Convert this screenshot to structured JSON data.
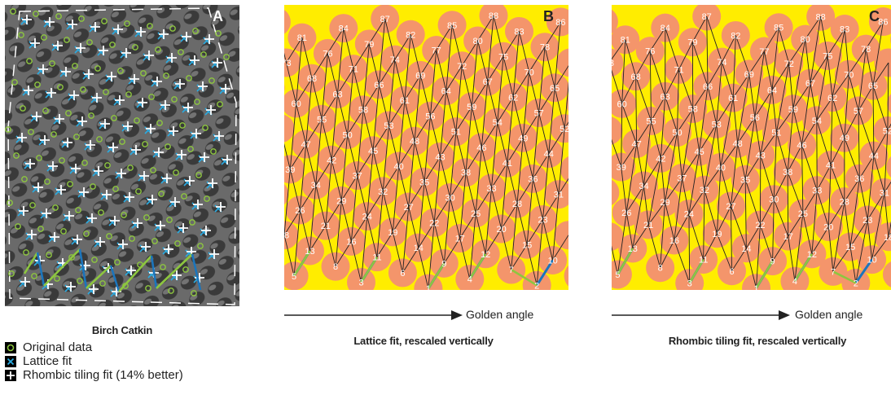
{
  "panels": {
    "a": {
      "letter": "A",
      "title": "Birch Catkin"
    },
    "b": {
      "letter": "B",
      "caption": "Lattice fit, rescaled vertically",
      "axis_label": "Golden angle"
    },
    "c": {
      "letter": "C",
      "caption": "Rhombic tiling fit, rescaled vertically",
      "axis_label": "Golden angle"
    }
  },
  "legend": [
    {
      "marker": "circle-icon",
      "label": "Original data",
      "color": "#8dc63f"
    },
    {
      "marker": "cross-icon",
      "label": "Lattice fit",
      "color": "#29abe2"
    },
    {
      "marker": "plus-icon",
      "label": "Rhombic tiling fit (14% better)",
      "color": "#ffffff"
    }
  ],
  "colors": {
    "background": "#ffed00",
    "disk": "#f4956b",
    "lattice_line": "#222222",
    "parastichy_green": "#8dc63f",
    "parastichy_blue": "#1b75bc"
  }
}
